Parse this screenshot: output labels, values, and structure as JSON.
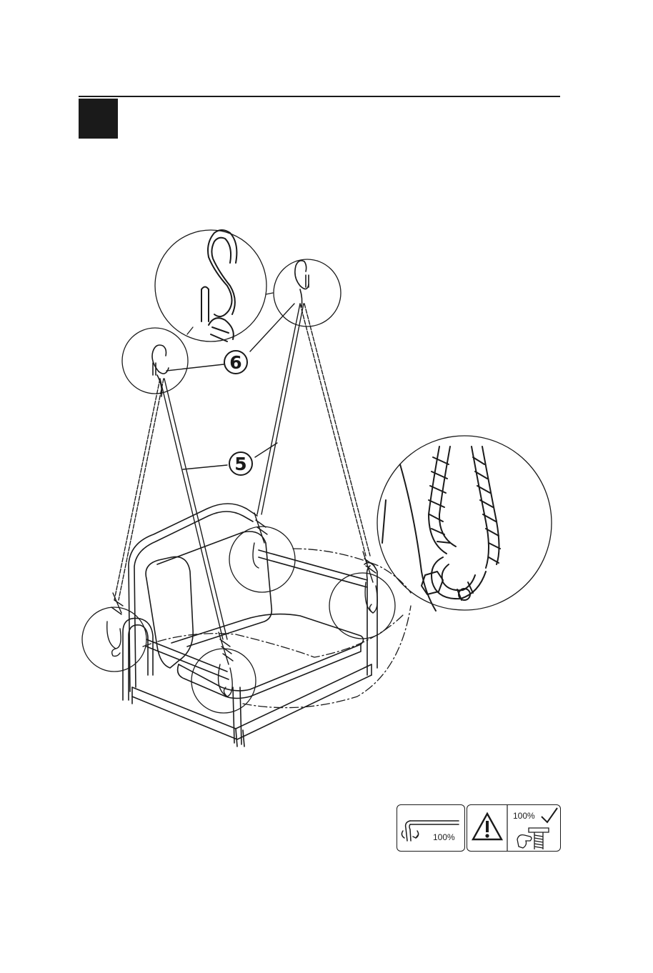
{
  "header": {
    "step_number": ""
  },
  "callouts": [
    {
      "id": "rope",
      "label": "5"
    },
    {
      "id": "hook",
      "label": "6"
    }
  ],
  "icons": {
    "tighten_percent": "100%",
    "check_percent": "100%",
    "tighten_icon": "allen-key-icon",
    "warning_icon": "warning-triangle-icon",
    "check_icon": "checkmark-icon",
    "bolt_icon": "hand-bolt-icon"
  },
  "colors": {
    "ink": "#1a1a1a"
  }
}
